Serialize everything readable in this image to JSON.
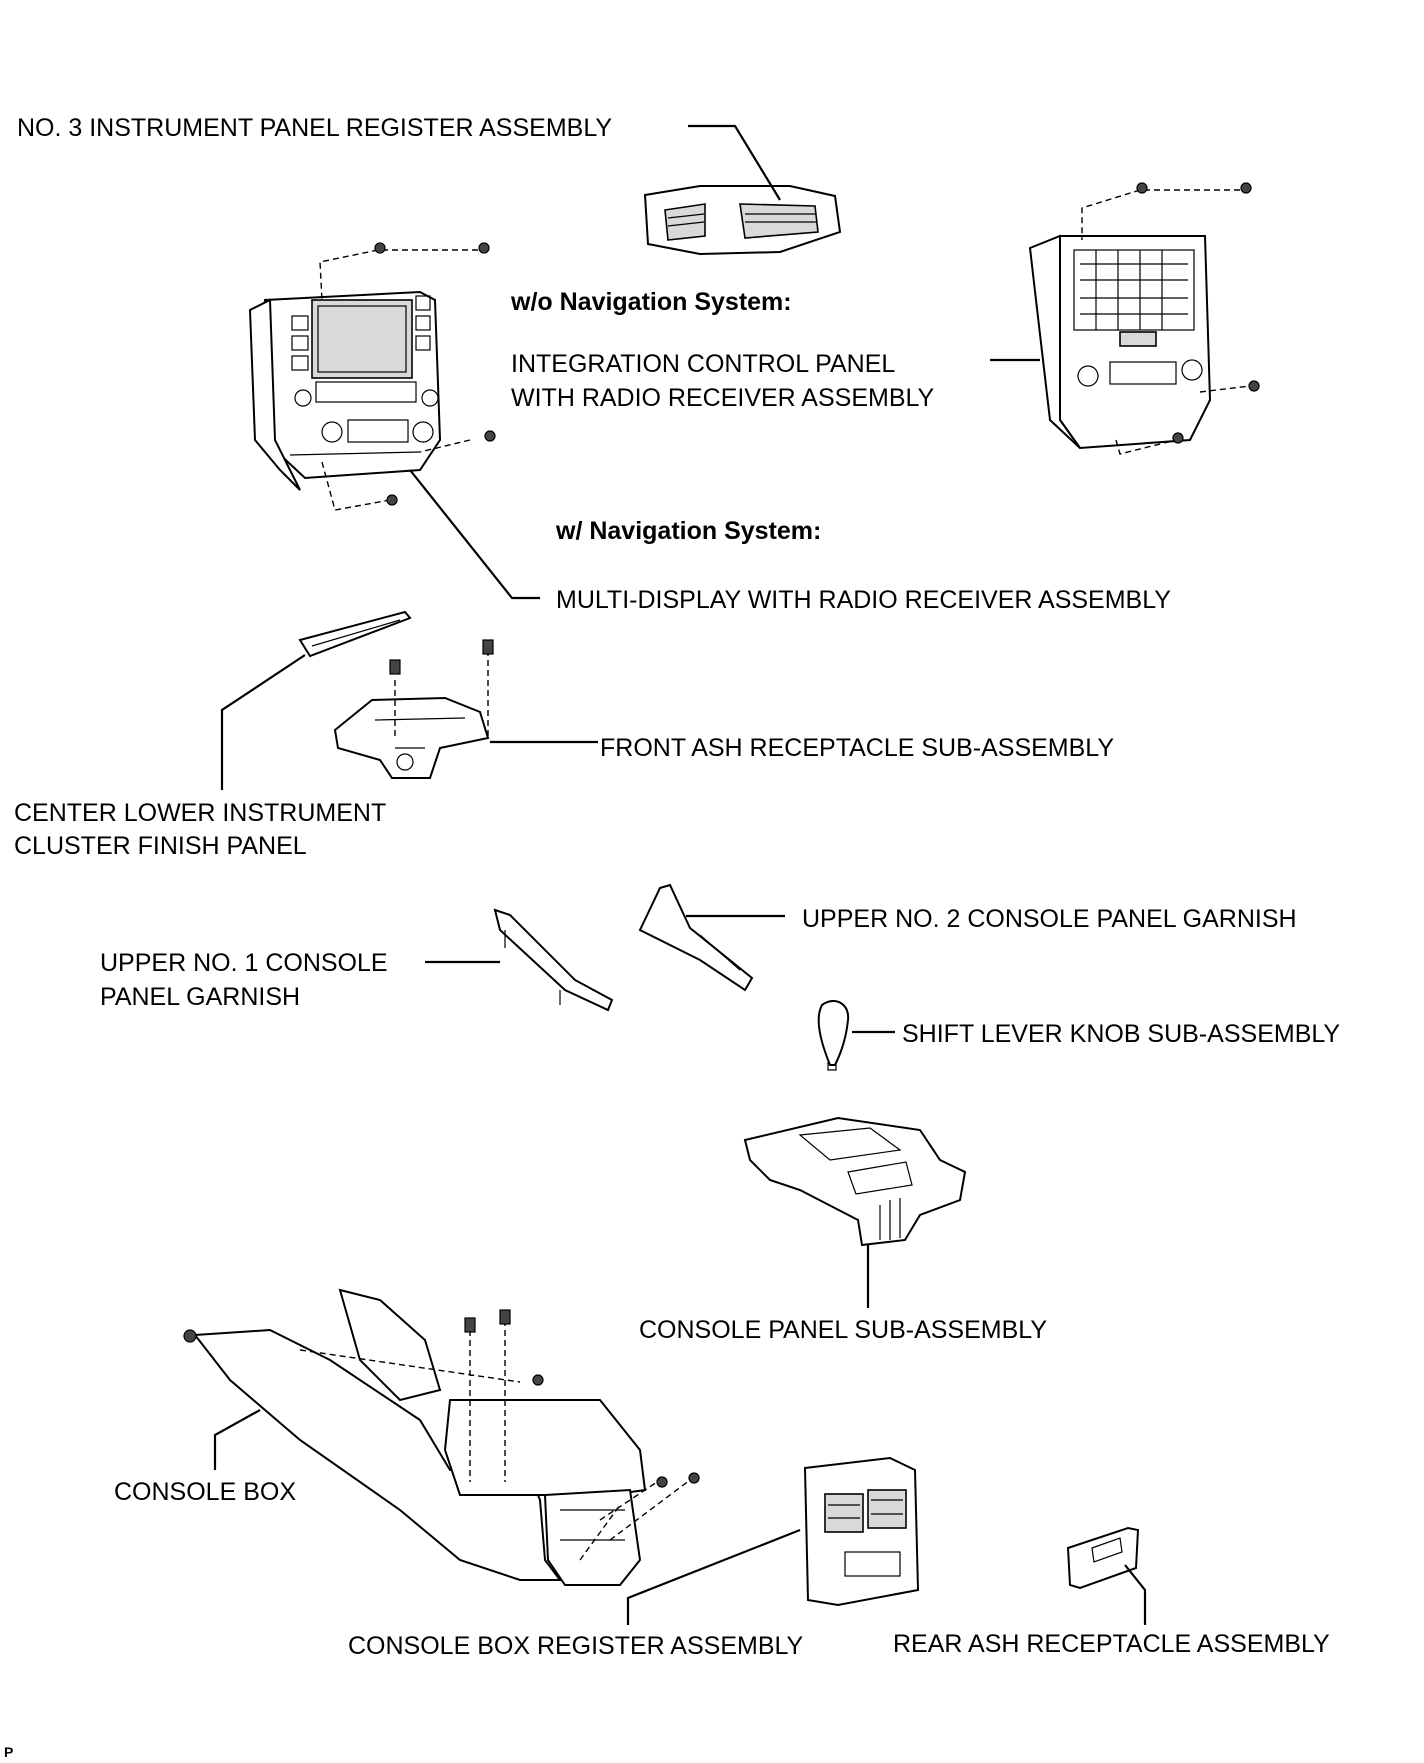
{
  "labels": {
    "register_no3": "NO. 3 INSTRUMENT PANEL REGISTER ASSEMBLY",
    "wo_nav": "w/o Navigation System:",
    "integration_line1": "INTEGRATION CONTROL PANEL",
    "integration_line2": "WITH RADIO RECEIVER ASSEMBLY",
    "w_nav": "w/ Navigation System:",
    "multi_display": "MULTI-DISPLAY WITH RADIO RECEIVER ASSEMBLY",
    "front_ash": "FRONT ASH RECEPTACLE SUB-ASSEMBLY",
    "center_lower_line1": "CENTER LOWER INSTRUMENT",
    "center_lower_line2": "CLUSTER FINISH PANEL",
    "upper_no2": "UPPER NO. 2 CONSOLE PANEL GARNISH",
    "upper_no1_line1": "UPPER NO. 1 CONSOLE",
    "upper_no1_line2": "PANEL GARNISH",
    "shift_knob": "SHIFT LEVER KNOB SUB-ASSEMBLY",
    "console_panel": "CONSOLE PANEL SUB-ASSEMBLY",
    "console_box": "CONSOLE BOX",
    "console_box_register": "CONSOLE BOX REGISTER ASSEMBLY",
    "rear_ash": "REAR ASH RECEPTACLE ASSEMBLY",
    "corner_mark": "P"
  },
  "icons": [
    "air-register",
    "navigation-head-unit",
    "radio-head-unit",
    "finish-panel",
    "ash-receptacle",
    "console-garnish",
    "shift-knob",
    "console-panel",
    "console-box",
    "console-register",
    "rear-ash-receptacle",
    "screw"
  ]
}
